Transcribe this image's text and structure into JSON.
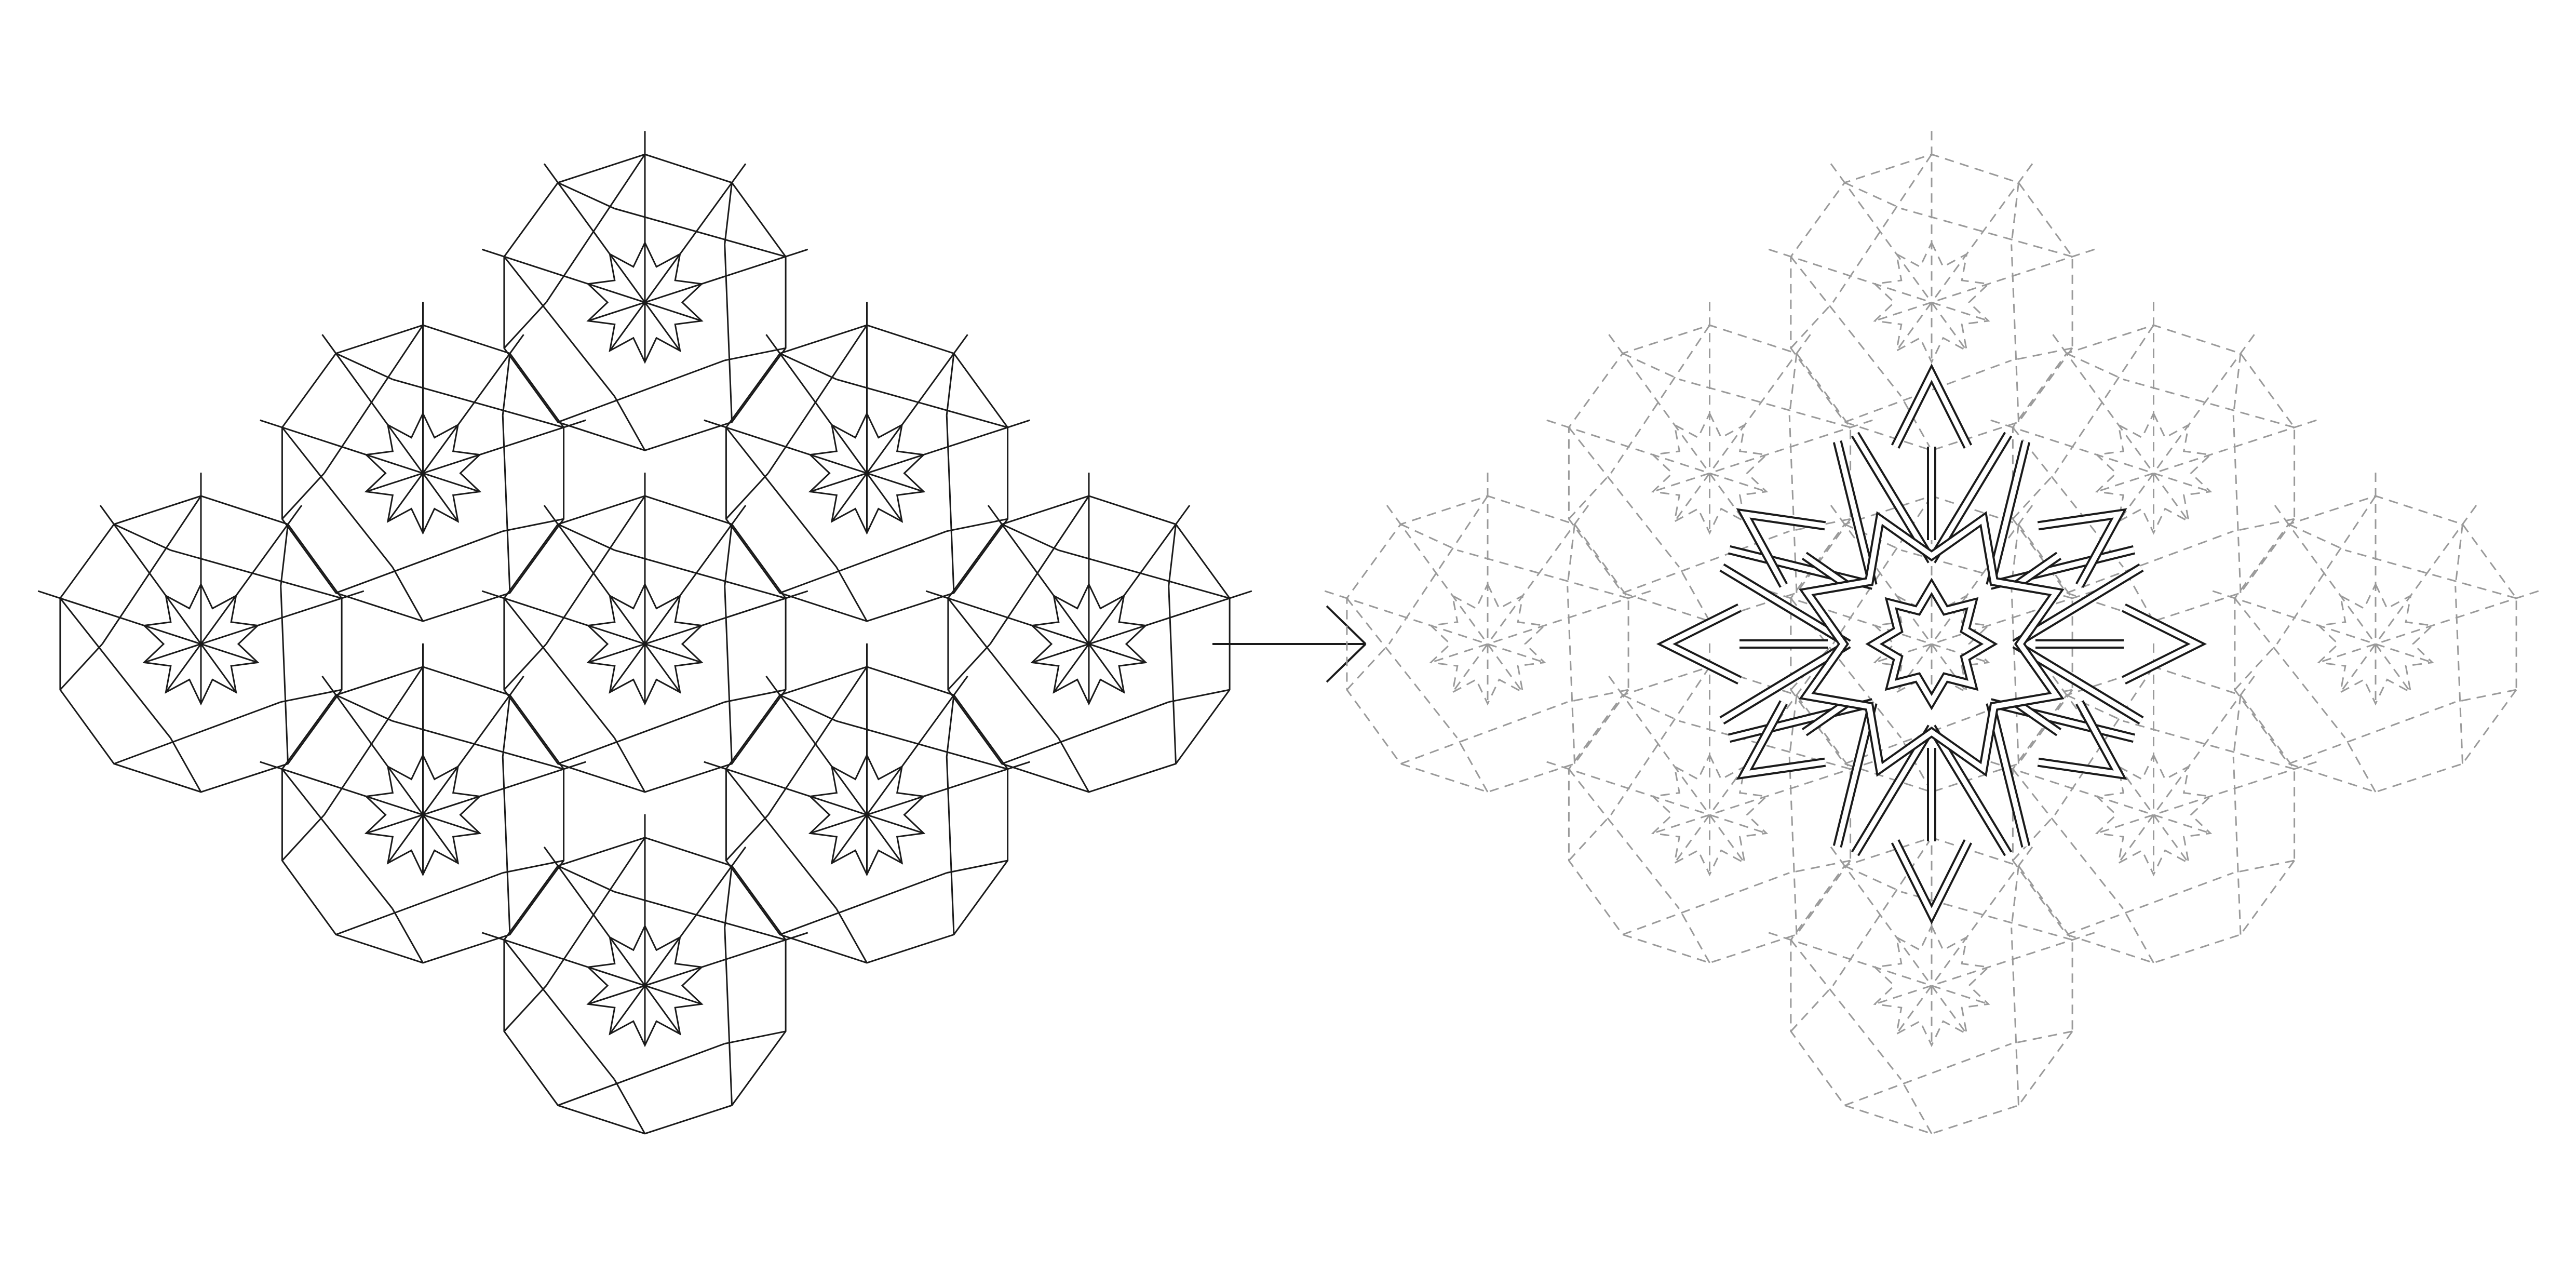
{
  "figure": {
    "left_panel": {
      "style": "solid-construction-grid",
      "color": "#1a1a1a"
    },
    "arrow": {
      "direction": "right",
      "color": "#1a1a1a"
    },
    "right_panel": {
      "background_grid_style": "dashed",
      "background_grid_color": "#9a9a9a",
      "interlace_style": "double-line strapwork",
      "interlace_color": "#1a1a1a"
    }
  }
}
